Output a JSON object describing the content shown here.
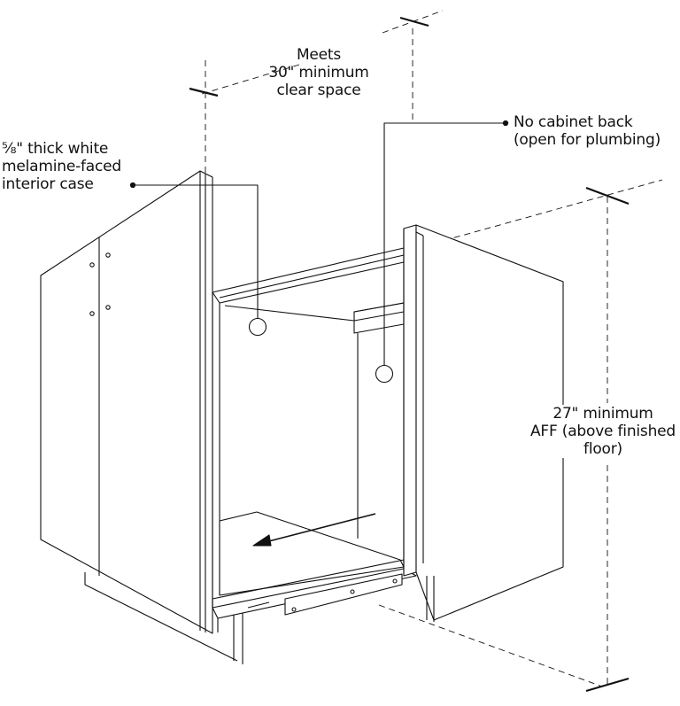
{
  "annotations": {
    "clear_space": [
      "Meets",
      "30\" minimum",
      "clear space"
    ],
    "cabinet_back": [
      "No cabinet back",
      "(open for plumbing)"
    ],
    "interior_case": [
      "⅝\" thick white",
      "melamine-faced",
      "interior case"
    ],
    "height": [
      "27\" minimum",
      "AFF (above finished",
      "floor)"
    ]
  }
}
